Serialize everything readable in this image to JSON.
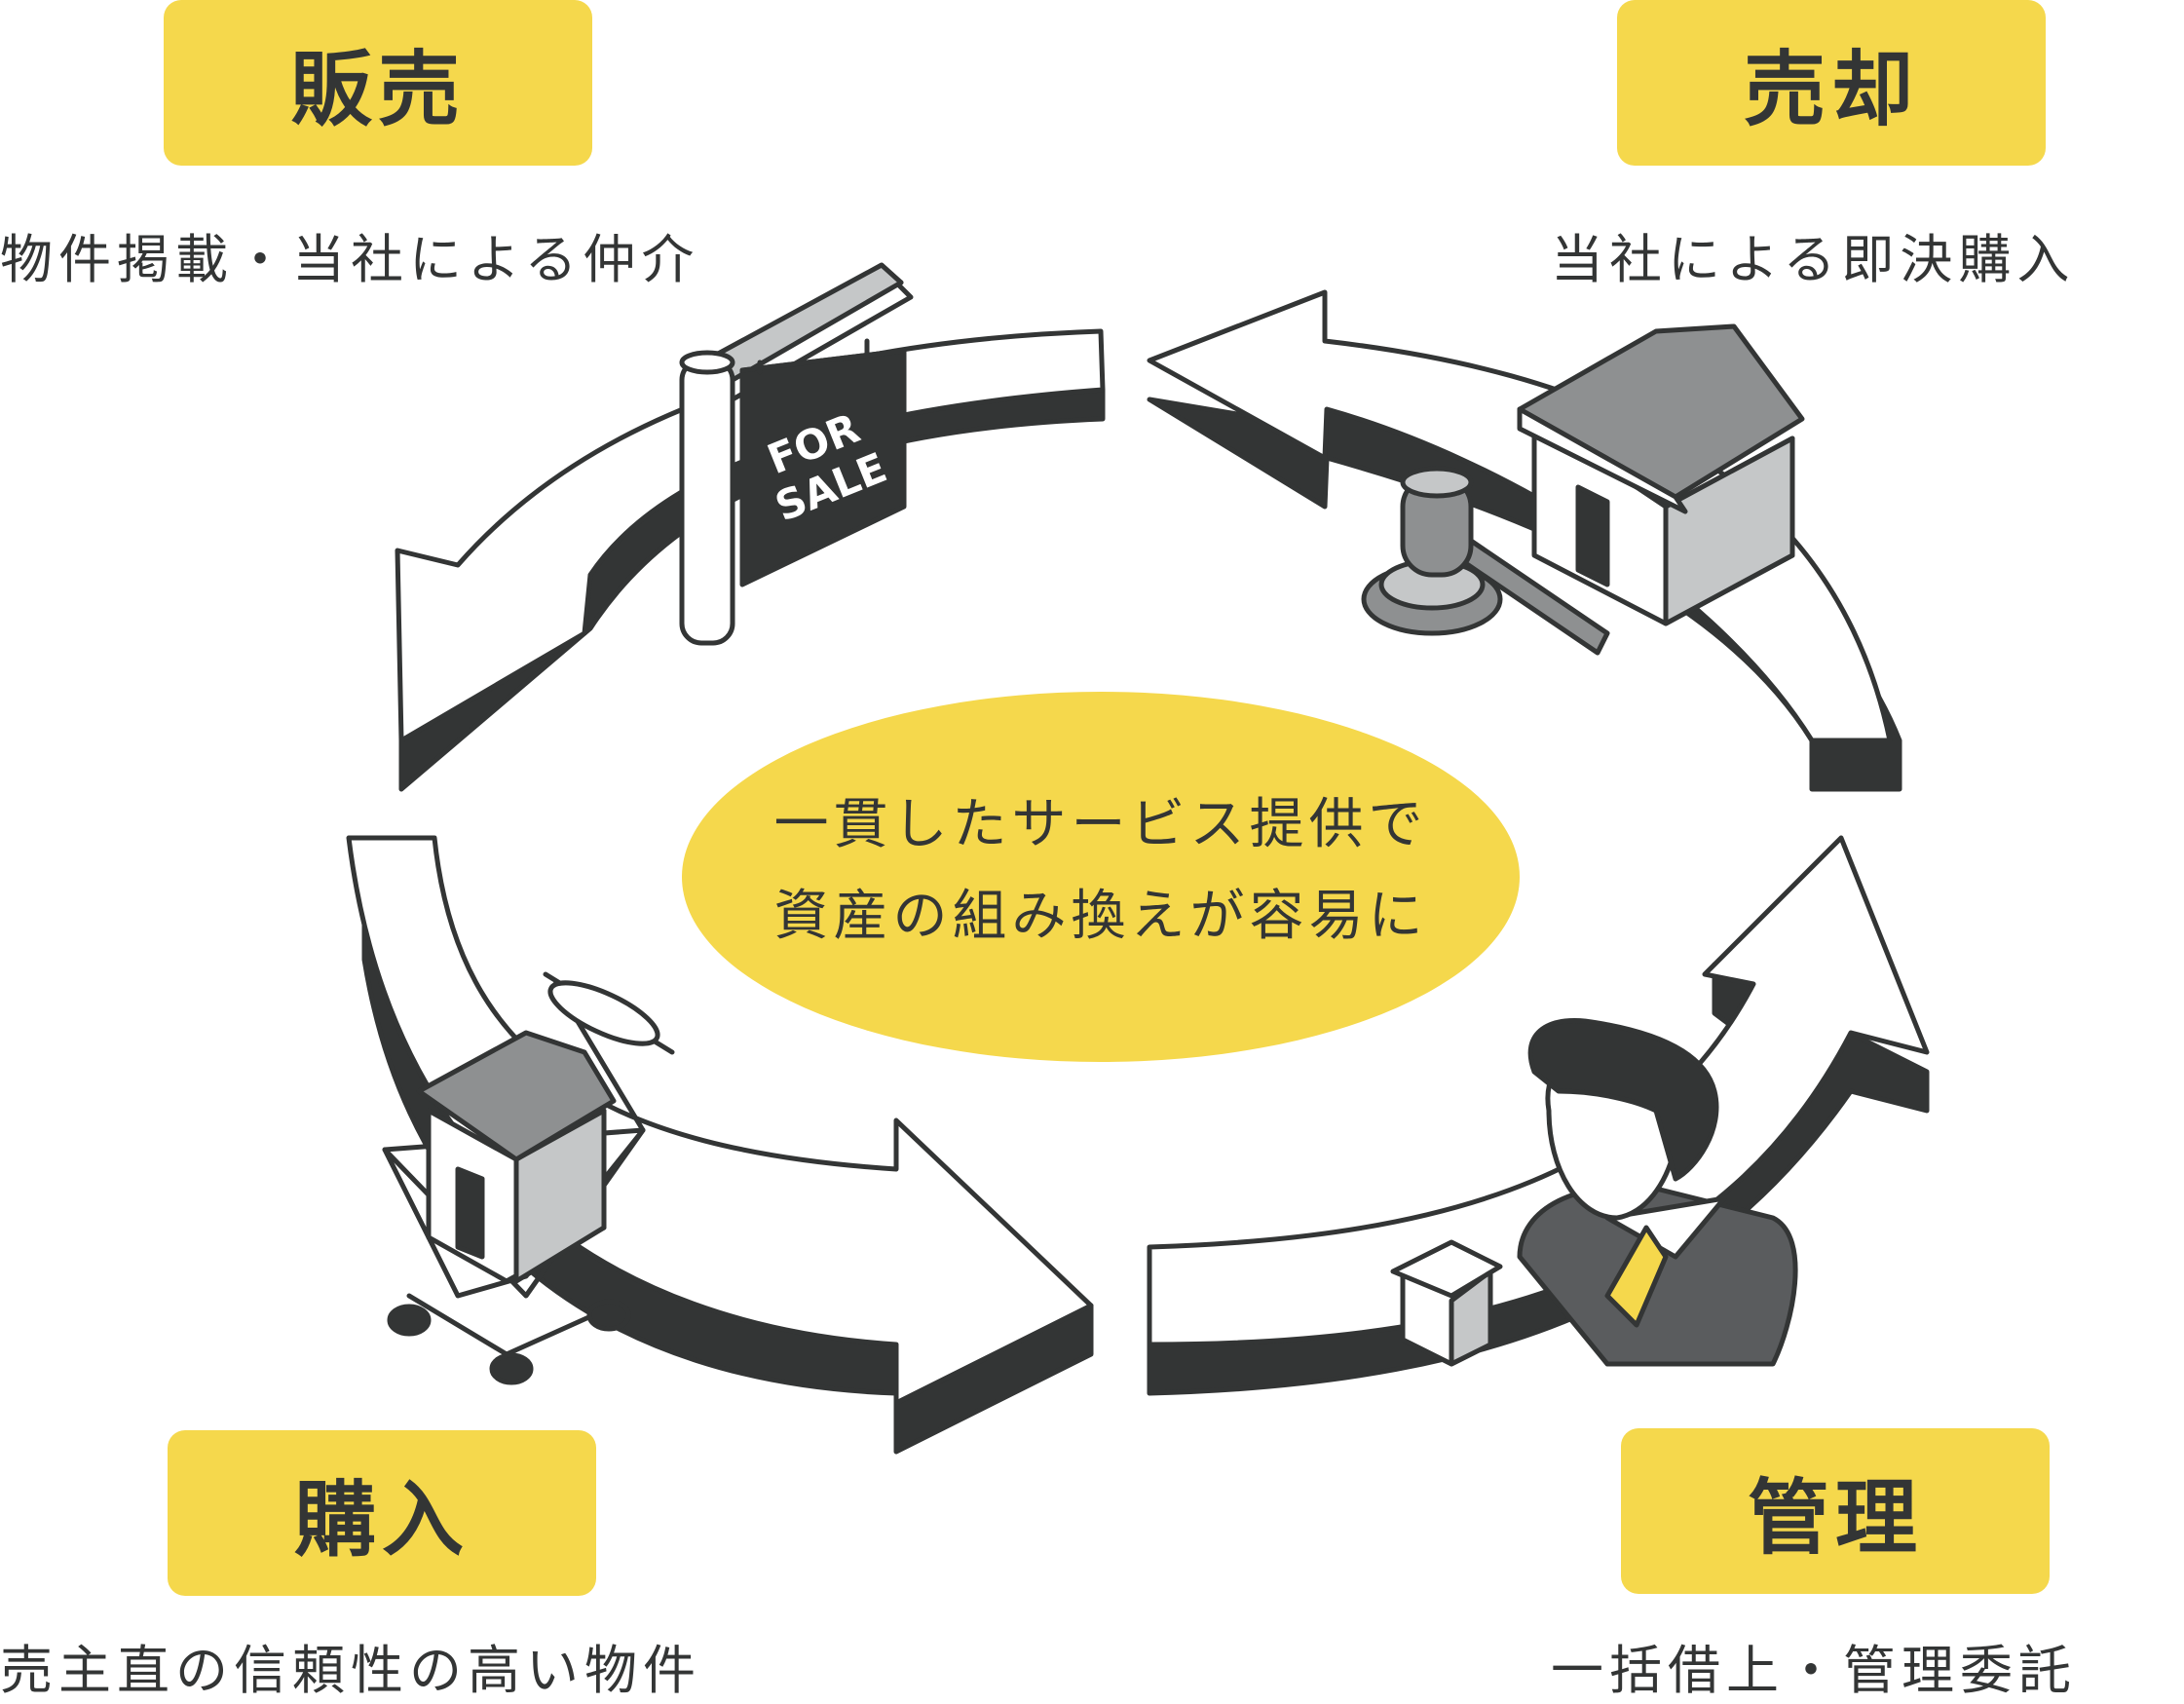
{
  "quadrants": {
    "top_left": {
      "label": "販売",
      "caption": "物件掲載・当社による仲介"
    },
    "top_right": {
      "label": "売却",
      "caption": "当社による即決購入"
    },
    "bottom_left": {
      "label": "購入",
      "caption": "売主直の信頼性の高い物件"
    },
    "bottom_right": {
      "label": "管理",
      "caption": "一括借上・管理委託"
    }
  },
  "center": {
    "line1": "一貫したサービス提供で",
    "line2": "資産の組み換えが容易に"
  },
  "sign": {
    "line1": "FOR",
    "line2": "SALE"
  },
  "colors": {
    "accent": "#f5d84c",
    "dark": "#333535",
    "gray": "#8e9091",
    "light_gray": "#c5c7c8",
    "white": "#ffffff"
  }
}
